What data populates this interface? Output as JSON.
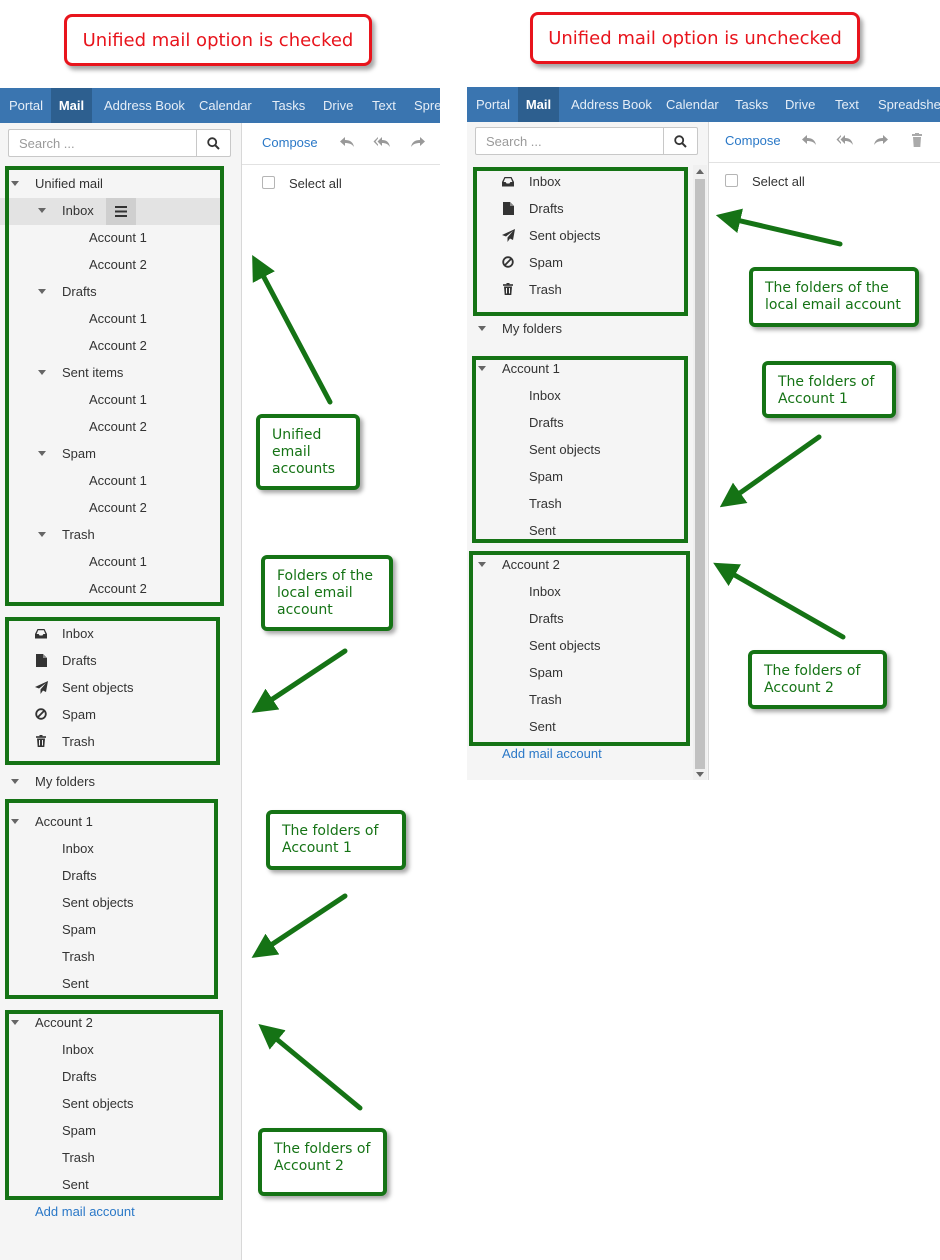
{
  "titles": {
    "left": "Unified mail option is checked",
    "right": "Unified mail option is unchecked"
  },
  "navbar": {
    "items": [
      "Portal",
      "Mail",
      "Address Book",
      "Calendar",
      "Tasks",
      "Drive",
      "Text",
      "Spreadsheet"
    ],
    "left_visible_last": "Spre",
    "right_visible_last": "Spreadshee"
  },
  "search": {
    "placeholder": "Search ..."
  },
  "toolbar": {
    "compose": "Compose",
    "select_all": "Select all"
  },
  "left_tree": {
    "unified_mail": "Unified mail",
    "unified_folders": [
      {
        "label": "Inbox",
        "accounts": [
          "Account 1",
          "Account 2"
        ]
      },
      {
        "label": "Drafts",
        "accounts": [
          "Account 1",
          "Account 2"
        ]
      },
      {
        "label": "Sent items",
        "accounts": [
          "Account 1",
          "Account 2"
        ]
      },
      {
        "label": "Spam",
        "accounts": [
          "Account 1",
          "Account 2"
        ]
      },
      {
        "label": "Trash",
        "accounts": [
          "Account 1",
          "Account 2"
        ]
      }
    ],
    "local_folders": [
      "Inbox",
      "Drafts",
      "Sent objects",
      "Spam",
      "Trash"
    ],
    "my_folders": "My folders",
    "account1": {
      "label": "Account 1",
      "folders": [
        "Inbox",
        "Drafts",
        "Sent objects",
        "Spam",
        "Trash",
        "Sent"
      ]
    },
    "account2": {
      "label": "Account 2",
      "folders": [
        "Inbox",
        "Drafts",
        "Sent objects",
        "Spam",
        "Trash",
        "Sent"
      ]
    },
    "add_account": "Add mail account"
  },
  "right_tree": {
    "local_folders": [
      "Inbox",
      "Drafts",
      "Sent objects",
      "Spam",
      "Trash"
    ],
    "my_folders": "My folders",
    "account1": {
      "label": "Account 1",
      "folders": [
        "Inbox",
        "Drafts",
        "Sent objects",
        "Spam",
        "Trash",
        "Sent"
      ]
    },
    "account2": {
      "label": "Account 2",
      "folders": [
        "Inbox",
        "Drafts",
        "Sent objects",
        "Spam",
        "Trash",
        "Sent"
      ]
    },
    "add_account": "Add mail account"
  },
  "notes": {
    "unified": "Unified\nemail\naccounts",
    "left_local": "Folders of the\nlocal email\naccount",
    "left_acc1": "The folders of\nAccount 1",
    "left_acc2": "The folders of\nAccount 2",
    "right_local": "The folders of the\nlocal email account",
    "right_acc1": "The folders of\nAccount 1",
    "right_acc2": "The folders of\nAccount 2"
  },
  "colors": {
    "navbar": "#3a75b0",
    "navbar_active": "#2d5f8f",
    "annotation_green": "#157315",
    "title_red": "#e8141c",
    "link_blue": "#2a78c7"
  },
  "icons": {
    "inbox": "inbox-icon",
    "drafts": "file-icon",
    "sent": "paper-plane-icon",
    "spam": "ban-icon",
    "trash": "trash-icon"
  }
}
